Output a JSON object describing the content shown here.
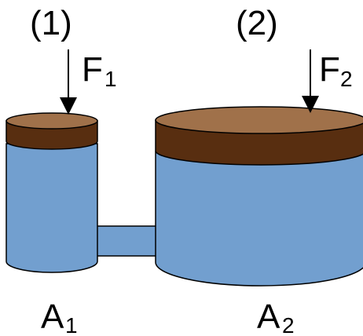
{
  "diagram": {
    "piston_1": {
      "label": "(1)",
      "force_label": "F",
      "force_subscript": "1",
      "area_label": "A",
      "area_subscript": "1"
    },
    "piston_2": {
      "label": "(2)",
      "force_label": "F",
      "force_subscript": "2",
      "area_label": "A",
      "area_subscript": "2"
    },
    "colors": {
      "fluid": "#729fcf",
      "piston_top": "#a0714a",
      "piston_side": "#582e10",
      "outline": "#000000"
    }
  }
}
